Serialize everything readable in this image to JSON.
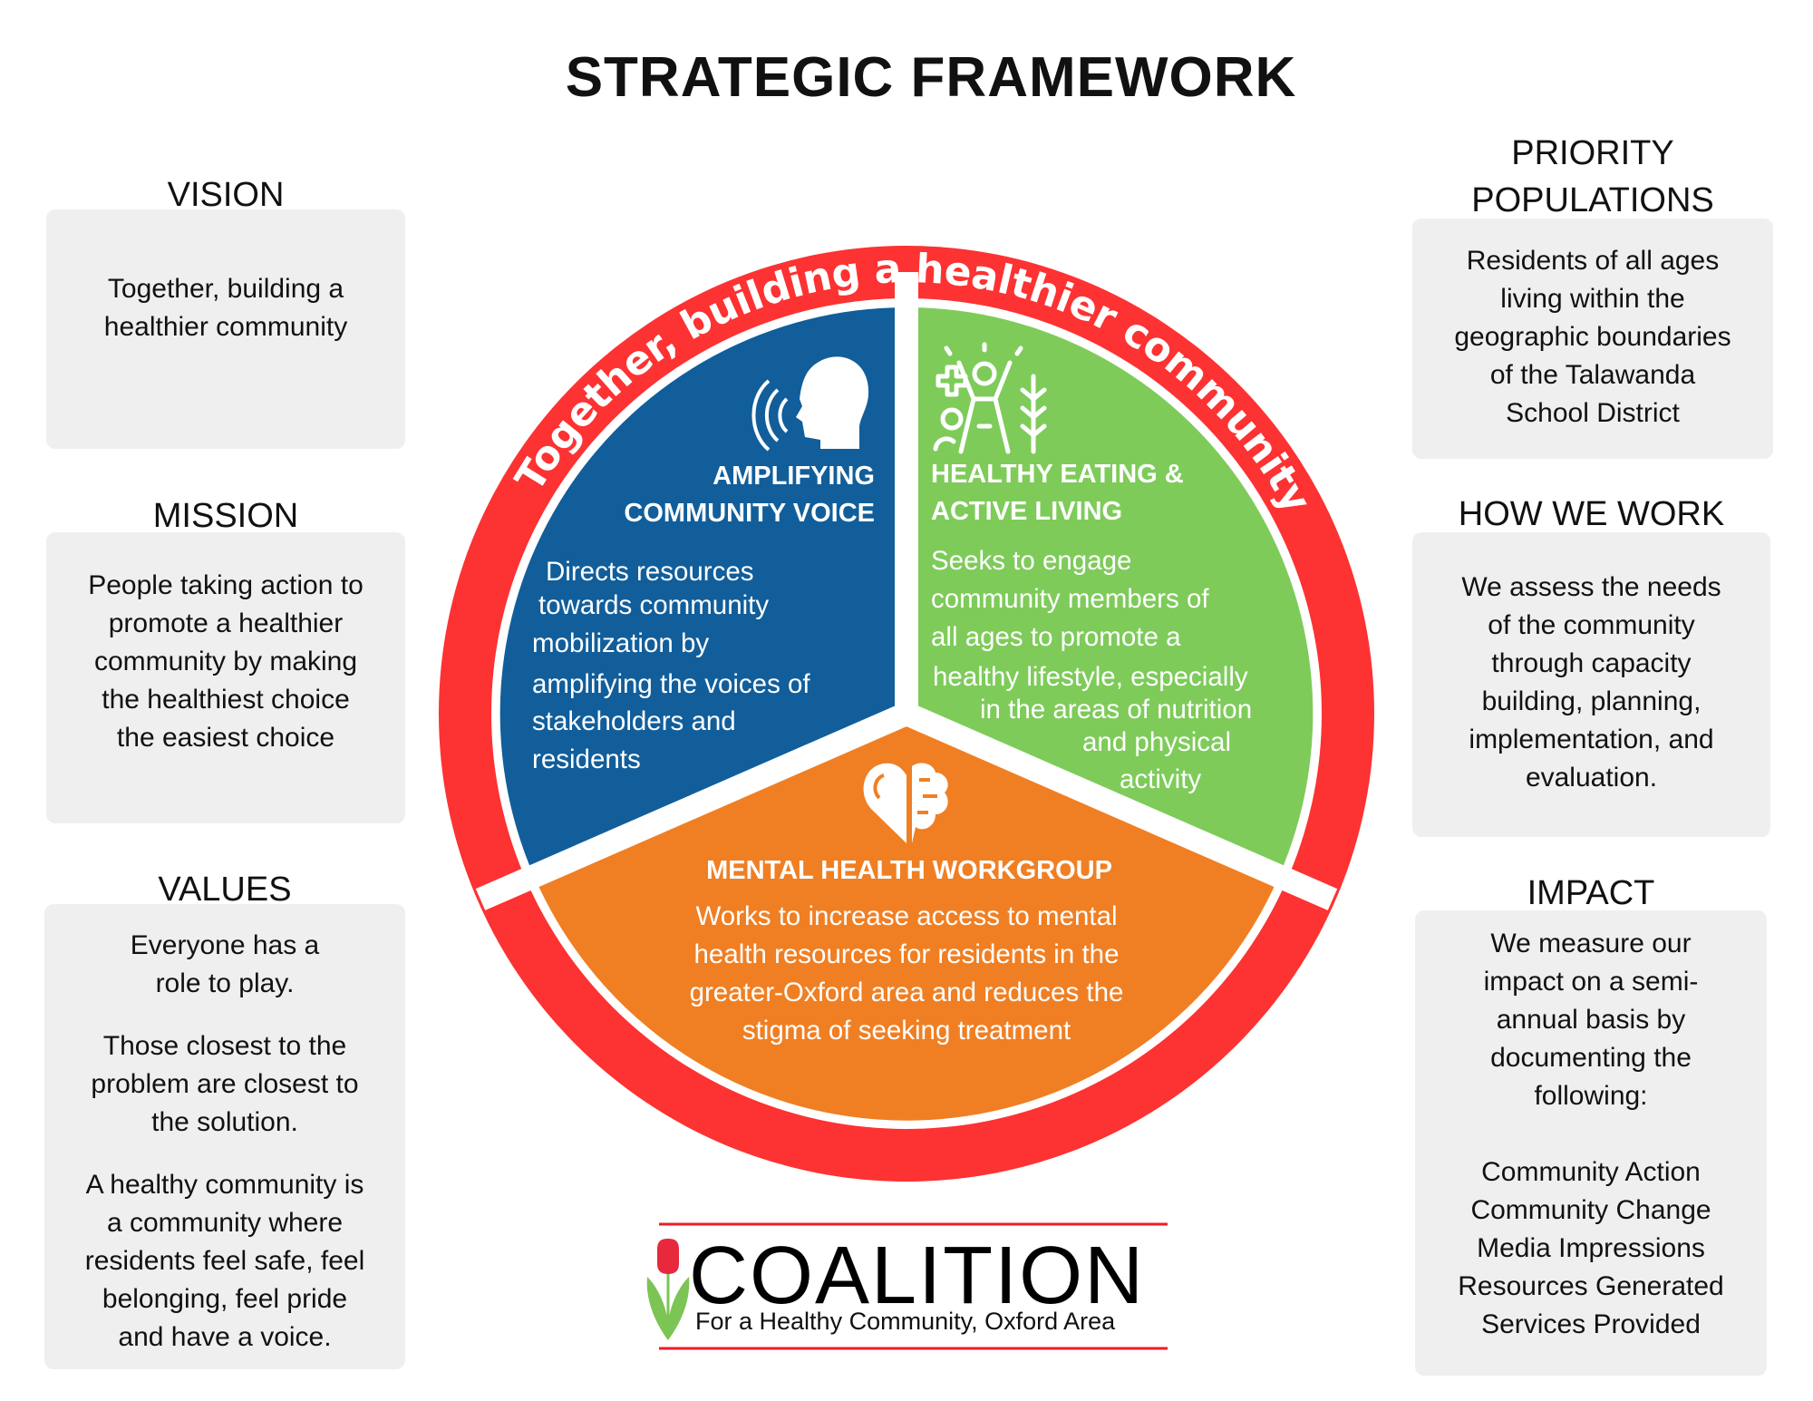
{
  "title": "STRATEGIC FRAMEWORK",
  "colors": {
    "blue": "#115e9b",
    "green": "#7ecb5a",
    "orange": "#f07f23",
    "red": "#fd3232",
    "box": "#efefef"
  },
  "ring_text": "Together, building a healthier community",
  "left": {
    "vision": {
      "heading": "VISION",
      "lines": [
        "Together, building a",
        "healthier community"
      ]
    },
    "mission": {
      "heading": "MISSION",
      "lines": [
        "People taking action to",
        "promote a healthier",
        "community by making",
        "the healthiest choice",
        "the easiest choice"
      ]
    },
    "values": {
      "heading": "VALUES",
      "paragraphs": [
        [
          "Everyone has a",
          "role to play."
        ],
        [
          "Those closest to the",
          "problem are closest to",
          "the solution."
        ],
        [
          "A healthy community is",
          "a community where",
          "residents feel safe, feel",
          "belonging, feel pride",
          "and have a voice."
        ]
      ]
    }
  },
  "right": {
    "priority": {
      "heading": [
        "PRIORITY",
        "POPULATIONS"
      ],
      "lines": [
        "Residents of all ages",
        "living within the",
        "geographic boundaries",
        "of the Talawanda",
        "School District"
      ]
    },
    "how": {
      "heading": "HOW WE WORK",
      "lines": [
        "We assess the needs",
        "of the community",
        "through capacity",
        "building, planning,",
        "implementation, and",
        "evaluation."
      ]
    },
    "impact": {
      "heading": "IMPACT",
      "lines": [
        "We measure our",
        "impact on a semi-",
        "annual basis by",
        "documenting the",
        "following:"
      ],
      "items": [
        "Community Action",
        "Community Change",
        "Media Impressions",
        "Resources Generated",
        "Services Provided"
      ]
    }
  },
  "segments": {
    "voice": {
      "icon": "speaking-head-icon",
      "title": [
        "AMPLIFYING",
        "COMMUNITY VOICE"
      ],
      "lines": [
        "Directs resources",
        "towards community",
        "mobilization by",
        "amplifying the voices of",
        "stakeholders and",
        "residents"
      ]
    },
    "eating": {
      "icon": "active-person-icon",
      "title": [
        "HEALTHY EATING &",
        "ACTIVE LIVING"
      ],
      "lines": [
        "Seeks to engage",
        "community members of",
        "all ages to promote a",
        "healthy lifestyle, especially",
        "in the areas of nutrition",
        "and physical",
        "activity"
      ]
    },
    "mental": {
      "icon": "heart-brain-icon",
      "title": "MENTAL HEALTH WORKGROUP",
      "lines": [
        "Works to increase access to mental",
        "health resources for residents in the",
        "greater-Oxford area and reduces the",
        "stigma of seeking treatment"
      ]
    }
  },
  "logo": {
    "name": "COALITION",
    "tagline": "For a Healthy Community, Oxford Area"
  }
}
